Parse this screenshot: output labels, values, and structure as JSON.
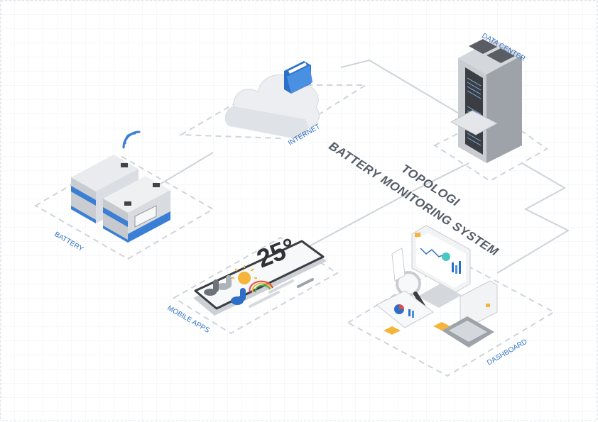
{
  "title": {
    "line1": "TOPOLOGI",
    "line2": "BATTERY MONITORING SYSTEM"
  },
  "nodes": {
    "battery": {
      "label": "BATTERY"
    },
    "internet": {
      "label": "INTERNET"
    },
    "data_center": {
      "label": "DATA CENTER"
    },
    "mobile_apps": {
      "label": "MOBILE APPS",
      "temperature": "25°"
    },
    "dashboard": {
      "label": "DASHBOARD"
    }
  },
  "colors": {
    "accent": "#2f6fc4",
    "title": "#555c66",
    "line": "#cfd3d8"
  }
}
